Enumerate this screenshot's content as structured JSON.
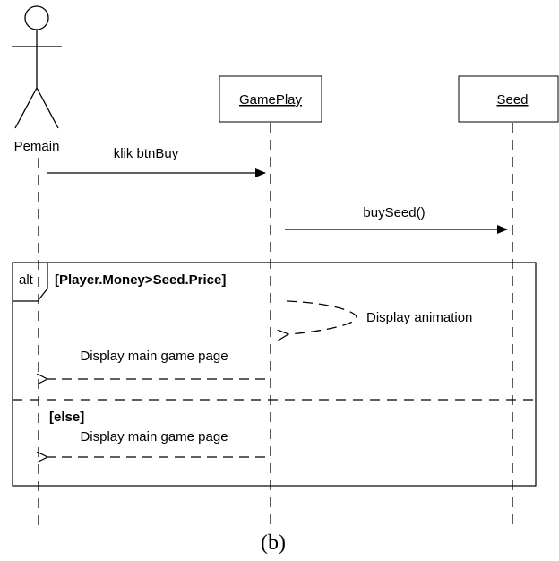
{
  "diagram": {
    "actor": {
      "name": "Pemain"
    },
    "objects": [
      {
        "id": "gameplay",
        "label": "GamePlay"
      },
      {
        "id": "seed",
        "label": "Seed"
      }
    ],
    "messages": [
      {
        "from": "Pemain",
        "to": "GamePlay",
        "label": "klik btnBuy",
        "style": "solid"
      },
      {
        "from": "GamePlay",
        "to": "Seed",
        "label": "buySeed()",
        "style": "solid"
      },
      {
        "from": "GamePlay",
        "to": "GamePlay",
        "label": "Display animation",
        "style": "dashed"
      },
      {
        "from": "GamePlay",
        "to": "Pemain",
        "label": "Display main game page",
        "style": "dashed"
      },
      {
        "from": "GamePlay",
        "to": "Pemain",
        "label": "Display main game page",
        "style": "dashed"
      }
    ],
    "fragment": {
      "operator": "alt",
      "guard": "[Player.Money>Seed.Price]",
      "else_guard": "[else]"
    },
    "caption": "(b)"
  }
}
